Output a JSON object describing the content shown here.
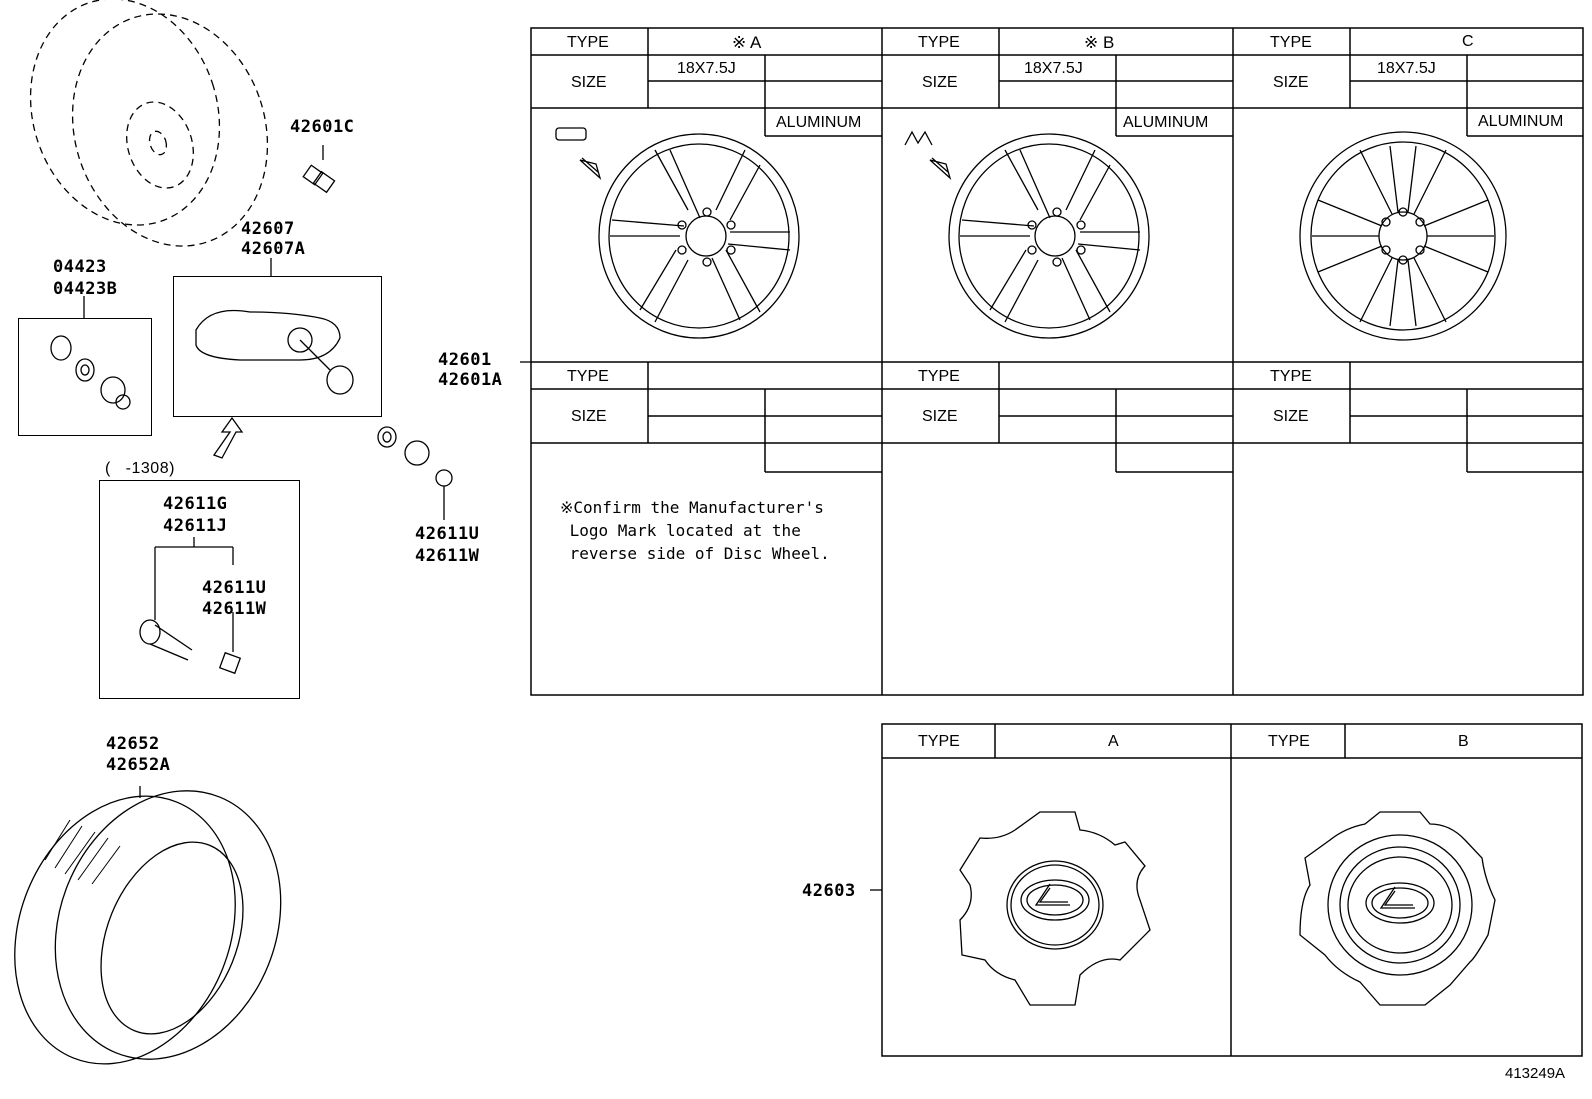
{
  "parts": {
    "wheel_sidebar_top": "42601C",
    "balance_weight_1": "04423",
    "balance_weight_2": "04423B",
    "tpms_sensor_1": "42607",
    "tpms_sensor_2": "42607A",
    "date_range": "(   -1308)",
    "valve_1": "42611G",
    "valve_2": "42611J",
    "valve_cap_inner_1": "42611U",
    "valve_cap_inner_2": "42611W",
    "valve_cap_outer_1": "42611U",
    "valve_cap_outer_2": "42611W",
    "tire_1": "42652",
    "tire_2": "42652A",
    "disc_wheel_1": "42601",
    "disc_wheel_2": "42601A",
    "center_cap": "42603"
  },
  "wheel_table": {
    "type_label": "TYPE",
    "size_label": "SIZE",
    "columns": [
      {
        "type": "※ A",
        "size": "18X7.5J",
        "material": "ALUMINUM"
      },
      {
        "type": "※ B",
        "size": "18X7.5J",
        "material": "ALUMINUM"
      },
      {
        "type": "C",
        "size": "18X7.5J",
        "material": "ALUMINUM"
      }
    ],
    "note_line_1": "※Confirm the Manufacturer's",
    "note_line_2": " Logo Mark located at the",
    "note_line_3": " reverse side of Disc Wheel."
  },
  "cap_table": {
    "type_label": "TYPE",
    "columns": [
      {
        "type": "A"
      },
      {
        "type": "B"
      }
    ]
  },
  "figure_id": "413249A"
}
